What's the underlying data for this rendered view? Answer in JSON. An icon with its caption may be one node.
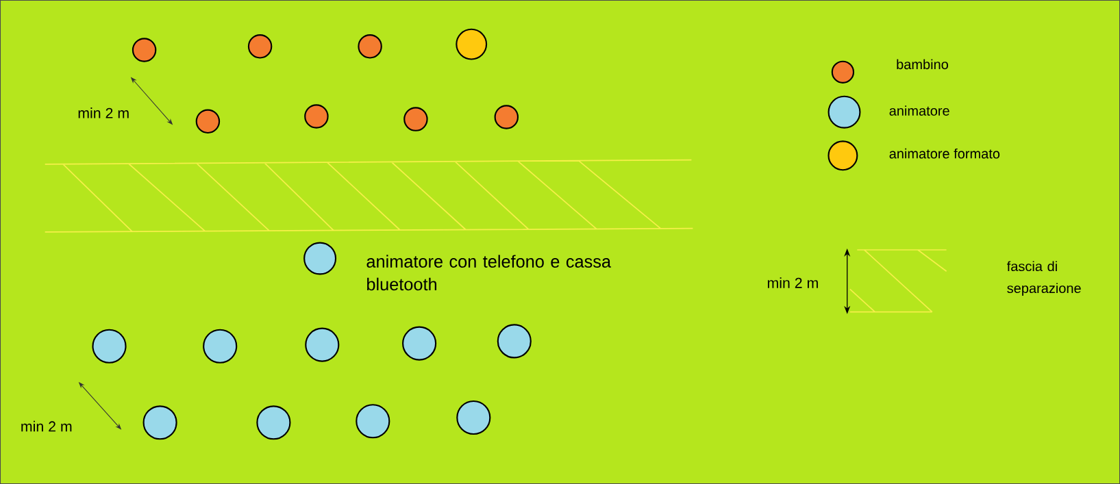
{
  "diagram": {
    "nodes": [
      {
        "text": [],
        "shape": "circle"
      },
      {
        "text": [],
        "shape": "circle"
      },
      {
        "text": [],
        "shape": "circle"
      },
      {
        "text": [],
        "shape": "circle"
      },
      {
        "text": [],
        "shape": "circle"
      },
      {
        "text": [],
        "shape": "circle"
      },
      {
        "text": [],
        "shape": "circle"
      },
      {
        "text": [],
        "shape": "circle"
      },
      {
        "text": [],
        "shape": "circle",
        "beside": [
          "animatore con telefono e cassa bluetooth"
        ]
      },
      {
        "text": [],
        "shape": "circle"
      },
      {
        "text": [],
        "shape": "circle"
      },
      {
        "text": [],
        "shape": "circle"
      },
      {
        "text": [],
        "shape": "circle"
      },
      {
        "text": [],
        "shape": "circle"
      },
      {
        "text": [],
        "shape": "circle"
      },
      {
        "text": [],
        "shape": "circle"
      },
      {
        "text": [],
        "shape": "circle"
      },
      {
        "text": [],
        "shape": "circle"
      }
    ],
    "labels": [
      "min 2 m",
      "min 2 m",
      "min 2 m"
    ],
    "legend": [
      {
        "text": "bambino",
        "color": "#f47c30"
      },
      {
        "text": "animatore",
        "color": "#99d9ea"
      },
      {
        "text": "animatore formato",
        "color": "#ffc90e"
      },
      {
        "text": "fascia di separazione"
      }
    ]
  }
}
